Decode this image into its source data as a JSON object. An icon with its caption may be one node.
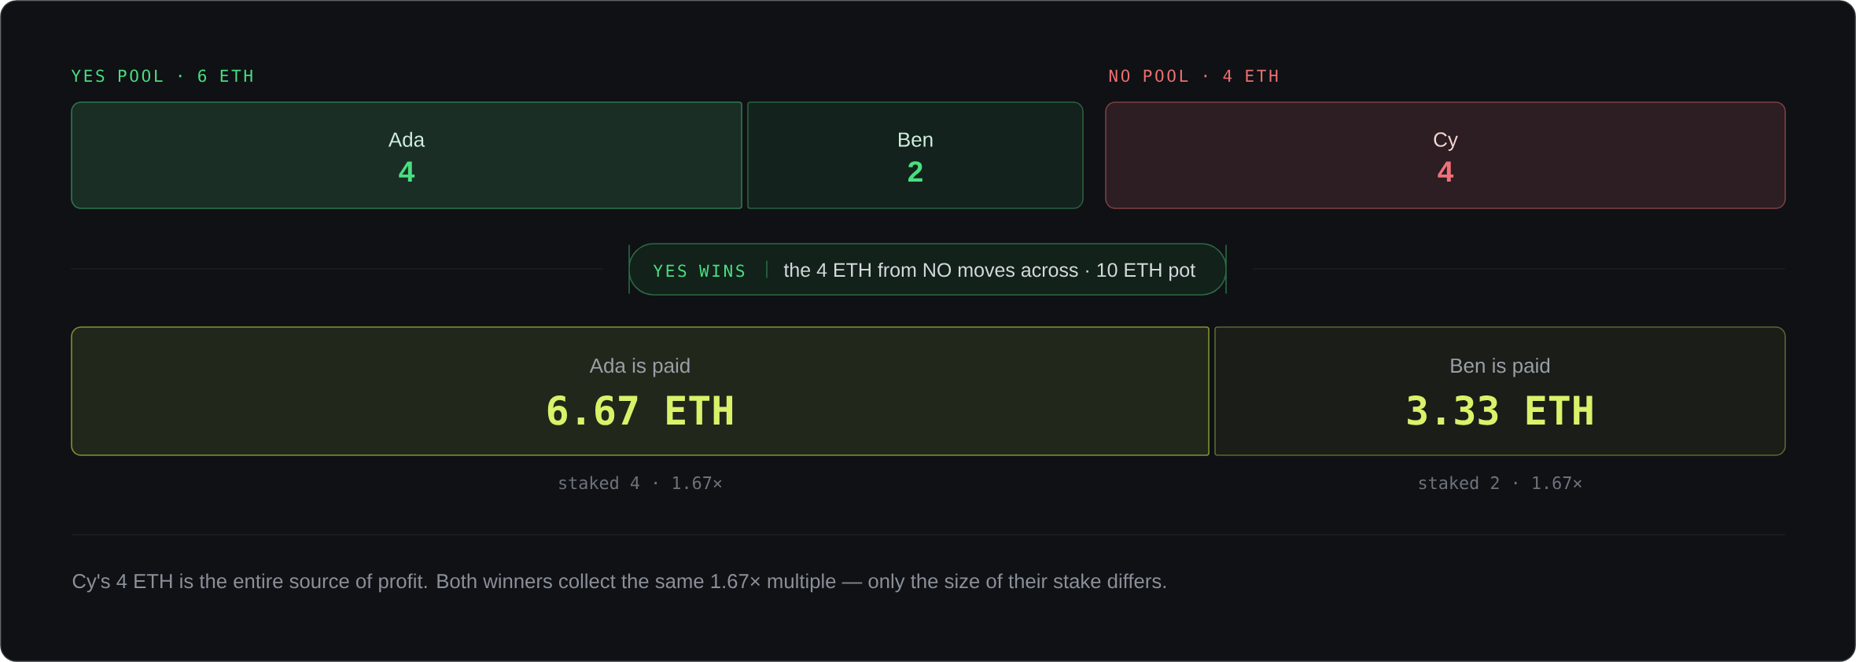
{
  "diagram": {
    "nodes": [
      {
        "text": [
          "Ada",
          "4"
        ]
      },
      {
        "text": [
          "Ben",
          "2"
        ]
      },
      {
        "text": [
          "Cy",
          "4"
        ]
      },
      {
        "text": [
          "YES WINS",
          "the 4 ETH from NO moves across · 10 ETH pot"
        ]
      },
      {
        "text": [
          "Ada is paid",
          "6.67 ETH"
        ],
        "beside": [
          "staked 4 · 1.67×"
        ]
      },
      {
        "text": [
          "Ben is paid",
          "3.33 ETH"
        ],
        "beside": [
          "staked 2 · 1.67×"
        ]
      }
    ],
    "labels": [
      "YES POOL · 6 ETH",
      "NO POOL · 4 ETH"
    ],
    "caption": "Cy's 4 ETH is the entire source of profit. Both winners collect the same 1.67× multiple — only the size of their stake differs."
  }
}
